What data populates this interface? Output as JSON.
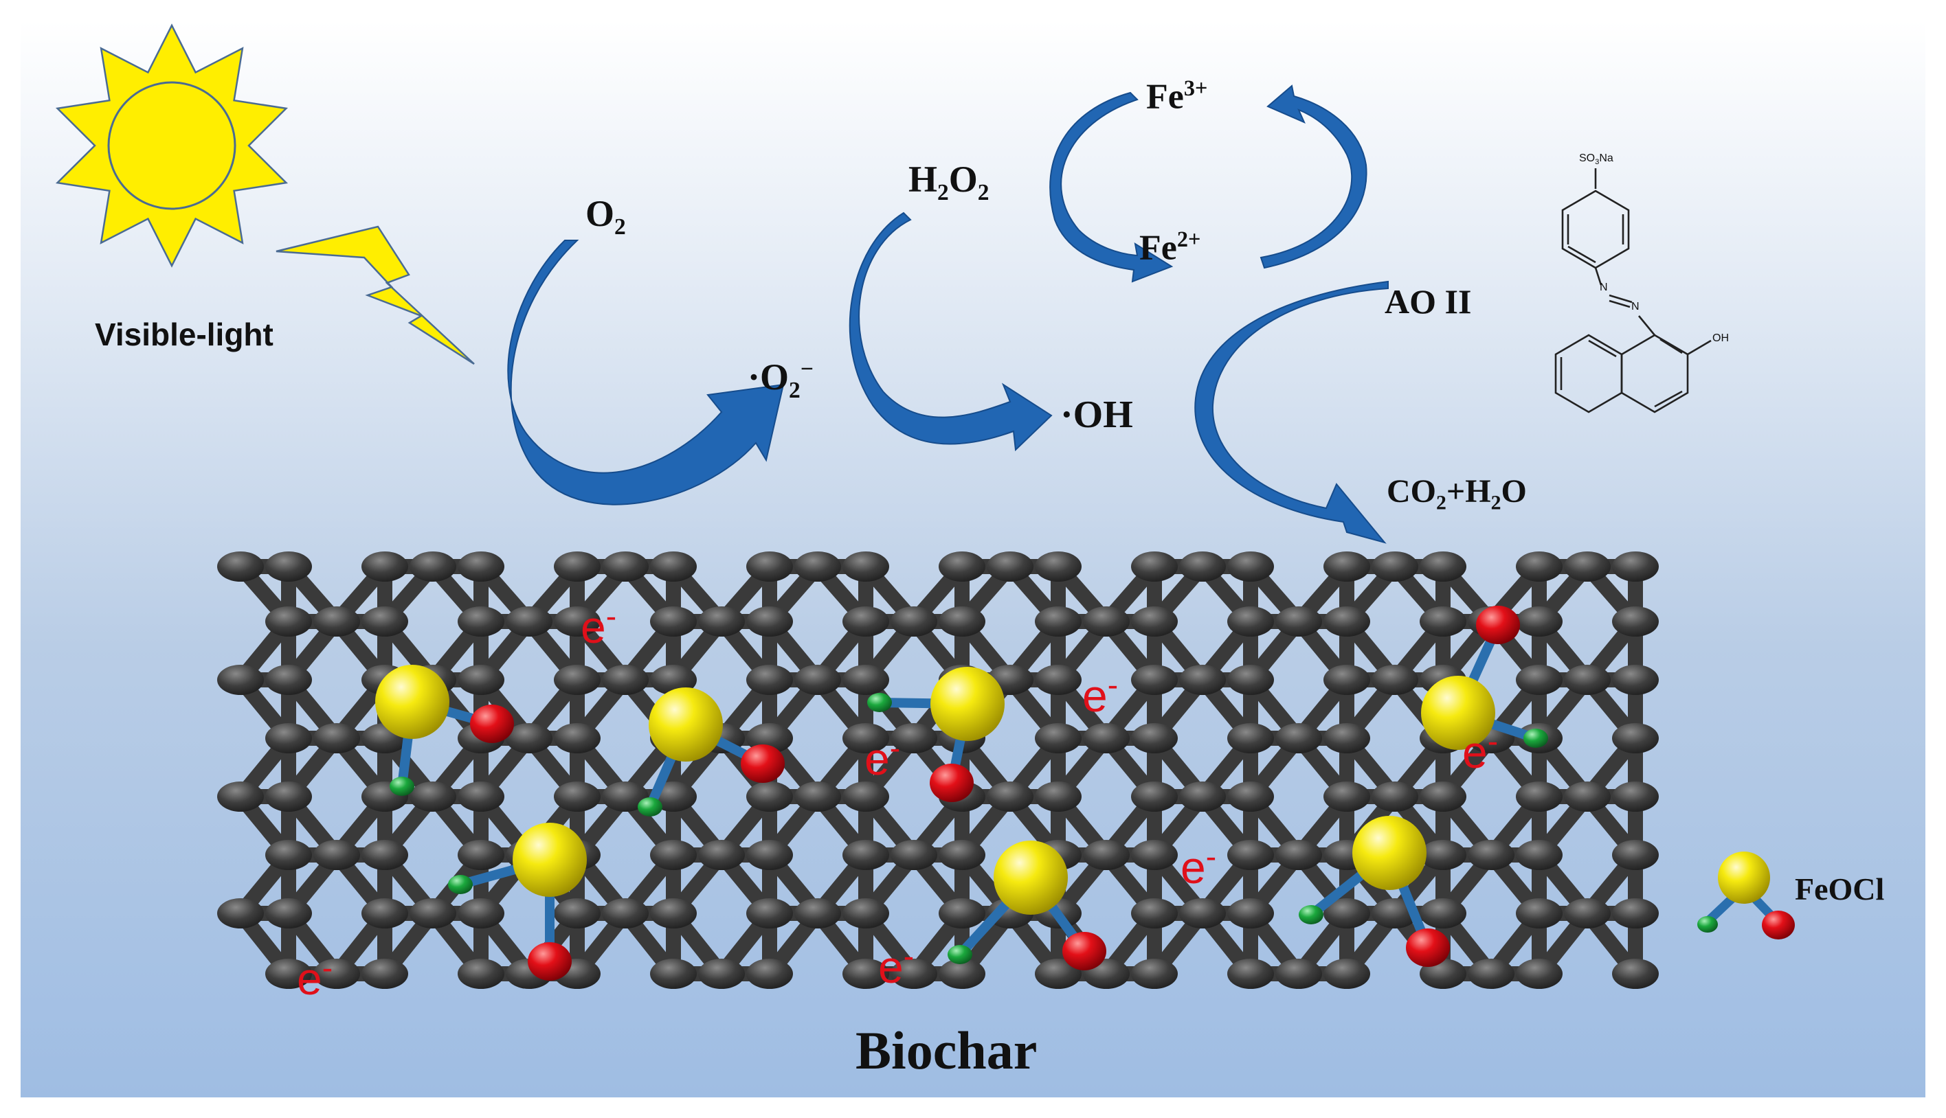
{
  "labels": {
    "light": "Visible-light",
    "o2_base": "O",
    "o2_sub": "2",
    "h2o2_a": "H",
    "h2o2_s1": "2",
    "h2o2_b": "O",
    "h2o2_s2": "2",
    "fe3_base": "Fe",
    "fe3_sup": "3+",
    "fe2_base": "Fe",
    "fe2_sup": "2+",
    "superoxide_base": "·O",
    "superoxide_sub": "2",
    "superoxide_sup": "−",
    "hydroxyl": "·OH",
    "dye": "AO II",
    "prod_a": "CO",
    "prod_s1": "2",
    "prod_b": "+H",
    "prod_s2": "2",
    "prod_c": "O",
    "support": "Biochar",
    "catalyst": "FeOCl"
  },
  "electron": {
    "base": "e",
    "sup": "-"
  },
  "molecule": {
    "top_a": "SO",
    "top_s": "3",
    "top_b": "Na",
    "n_upper": "N",
    "n_lower": "N",
    "oh": "OH"
  },
  "colors": {
    "arrow": "#2166b3",
    "sun": "#ffee00",
    "fe_atom": "#f2e600",
    "o_atom": "#e31018",
    "cl_atom": "#1ba83d",
    "bond": "#2a6fae",
    "lattice": "#3a3a3a"
  }
}
